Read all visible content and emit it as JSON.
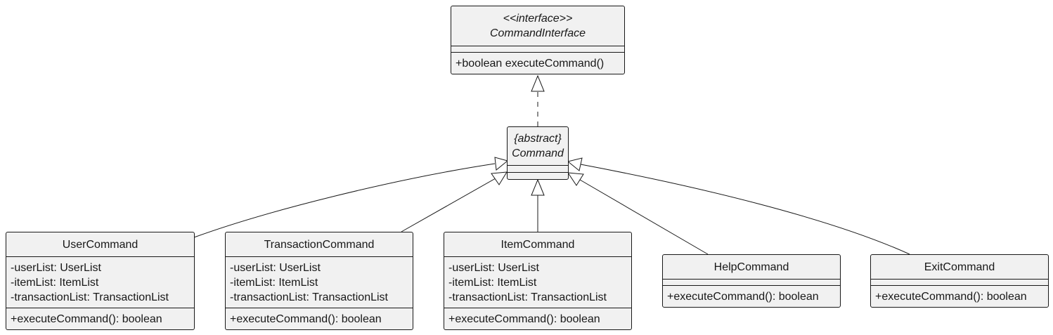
{
  "classes": {
    "command_interface": {
      "stereotype": "<<interface>>",
      "name": "CommandInterface",
      "methods": [
        "+boolean executeCommand()"
      ]
    },
    "command": {
      "stereotype": "{abstract}",
      "name": "Command"
    },
    "user_command": {
      "name": "UserCommand",
      "fields": [
        "-userList: UserList",
        "-itemList: ItemList",
        "-transactionList: TransactionList"
      ],
      "methods": [
        "+executeCommand(): boolean"
      ]
    },
    "transaction_command": {
      "name": "TransactionCommand",
      "fields": [
        "-userList: UserList",
        "-itemList: ItemList",
        "-transactionList: TransactionList"
      ],
      "methods": [
        "+executeCommand(): boolean"
      ]
    },
    "item_command": {
      "name": "ItemCommand",
      "fields": [
        "-userList: UserList",
        "-itemList: ItemList",
        "-transactionList: TransactionList"
      ],
      "methods": [
        "+executeCommand(): boolean"
      ]
    },
    "help_command": {
      "name": "HelpCommand",
      "methods": [
        "+executeCommand(): boolean"
      ]
    },
    "exit_command": {
      "name": "ExitCommand",
      "methods": [
        "+executeCommand(): boolean"
      ]
    }
  },
  "colors": {
    "box_fill": "#f1f1f1",
    "line": "#181818"
  }
}
